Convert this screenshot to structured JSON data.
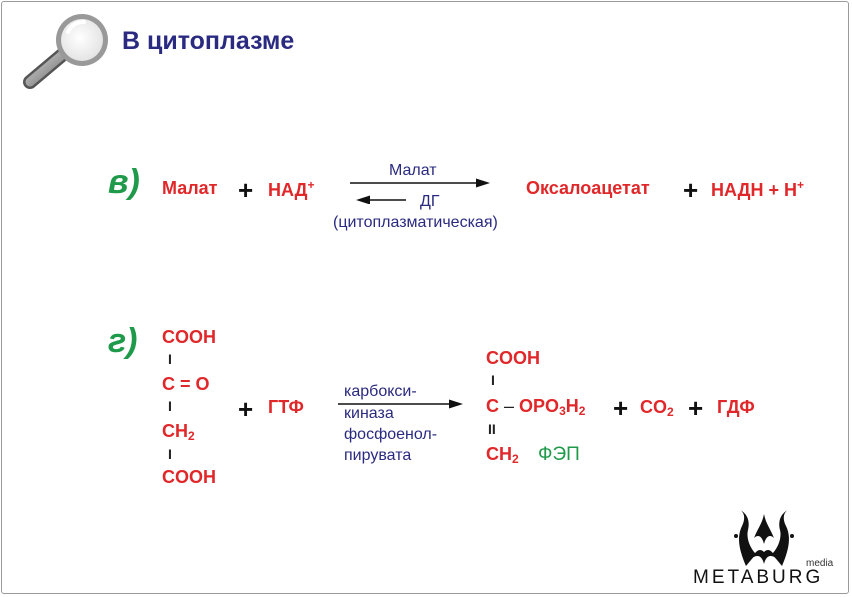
{
  "title": "В цитоплазме",
  "reaction_v": {
    "label": "в)",
    "reactant1": "Малат",
    "plus": "+",
    "reactant2_base": "НАД",
    "reactant2_sup": "+",
    "arrow_top": "Малат",
    "arrow_bottom": "ДГ",
    "arrow_caption": "(цитоплазматическая)",
    "product1": "Оксалоацетат",
    "product2_base": "НАДН + Н",
    "product2_sup": "+"
  },
  "reaction_g": {
    "label": "г)",
    "left": {
      "row1": "COOH",
      "bond1": "I",
      "row2": "C = O",
      "bond2": "I",
      "row3_base": "CH",
      "row3_sub": "2",
      "bond3": "I",
      "row4": "COOH"
    },
    "plus": "+",
    "gtp": "ГТФ",
    "enzyme_lines": [
      "карбокси-",
      "киназа",
      "фосфоенол-",
      "пирувата"
    ],
    "right": {
      "row1": "COOH",
      "bond1": "I",
      "row2_a": "C",
      "row2_dash": "–",
      "row2_b": "OPO",
      "row2_sub1": "3",
      "row2_c": "H",
      "row2_sub2": "2",
      "bond2": "II",
      "row3_base": "CH",
      "row3_sub": "2"
    },
    "plus2": "+",
    "co2_base": "CO",
    "co2_sub": "2",
    "plus3": "+",
    "gdp": "ГДФ",
    "fep": "ФЭП"
  },
  "logo": {
    "brand": "METABURG",
    "sub": "media"
  }
}
